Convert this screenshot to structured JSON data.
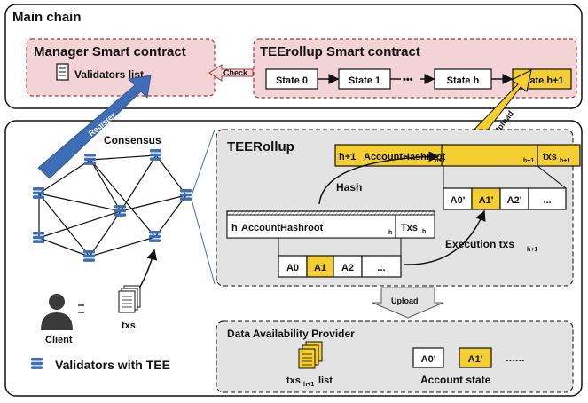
{
  "main_chain": {
    "title": "Main chain",
    "manager": {
      "title": "Manager Smart contract",
      "validators_list": "Validators list"
    },
    "check_label": "Check",
    "teerollup_contract": {
      "title": "TEErollup Smart contract",
      "states": [
        "State 0",
        "State 1",
        "State h",
        "State h+1"
      ],
      "ellipsis": "•••"
    }
  },
  "register_label": "Register",
  "upload_label": "Upload",
  "consensus_label": "Consensus",
  "teerollup": {
    "title": "TEERollup",
    "hash_label": "Hash",
    "top_block": {
      "prefix": "h+1",
      "middle": "AccountHashroot",
      "sub": "h+1",
      "tail": "txs",
      "tail_sub": "h+1"
    },
    "bottom_block": {
      "prefix": "h",
      "middle": "AccountHashroot",
      "sub": "h",
      "tail": "Txs",
      "tail_sub": "h"
    },
    "accounts_new": [
      "A0'",
      "A1'",
      "A2'",
      "..."
    ],
    "accounts_old": [
      "A0",
      "A1",
      "A2",
      "..."
    ],
    "execution_label": "Execution txs",
    "execution_sub": "h+1"
  },
  "upload_down_label": "Upload",
  "dap": {
    "title": "Data Availability Provider",
    "txs_list": "txs",
    "txs_list_sub": "h+1",
    "txs_list_suffix": " list",
    "account_cells": [
      "A0'",
      "A1'"
    ],
    "dots": "......",
    "account_state": "Account state"
  },
  "client_label": "Client",
  "txs_label": "txs",
  "legend_label": "Validators with TEE",
  "colors": {
    "yellow": "#f5cf31",
    "pink": "#f2d4d6",
    "blue": "#3c6db5",
    "gray": "#e3e3e3"
  }
}
